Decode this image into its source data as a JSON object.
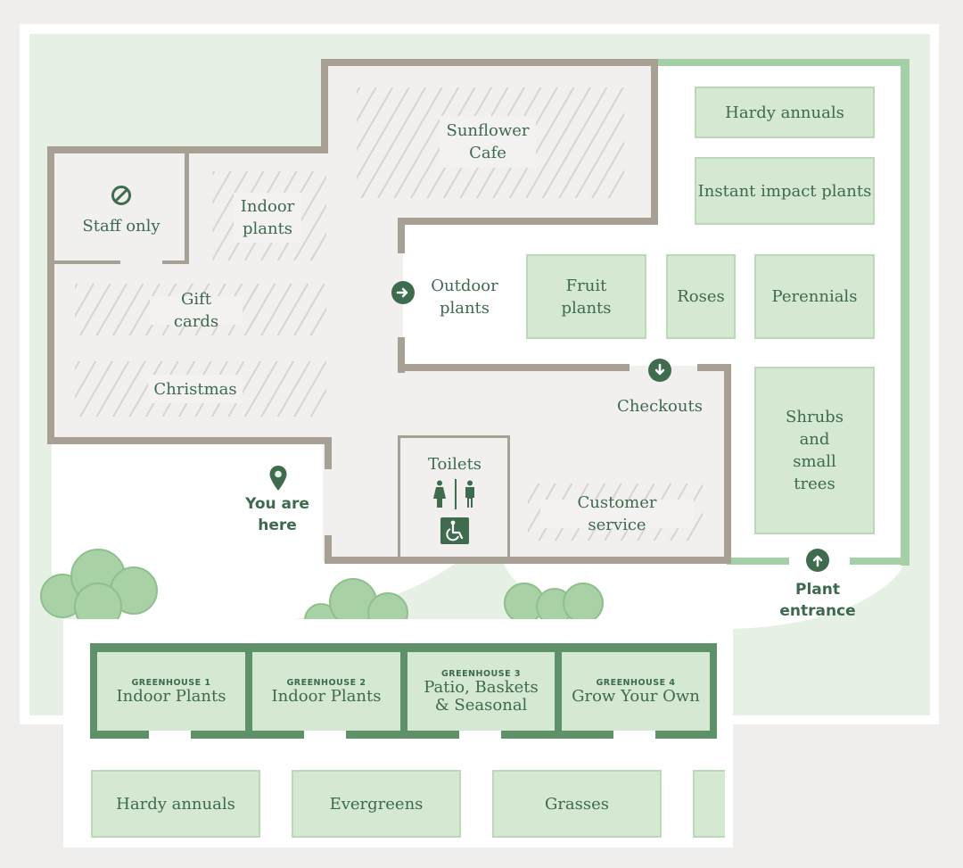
{
  "areas": {
    "sunflower_cafe": "Sunflower\nCafe",
    "staff_only": "Staff only",
    "indoor_plants": "Indoor\nplants",
    "gift_cards": "Gift cards",
    "christmas": "Christmas",
    "outdoor_plants": "Outdoor\nplants",
    "checkouts": "Checkouts",
    "toilets": "Toilets",
    "customer_service": "Customer service"
  },
  "beds": {
    "hardy_annuals_top": "Hardy annuals",
    "instant_impact": "Instant impact plants",
    "fruit_plants": "Fruit\nplants",
    "roses": "Roses",
    "perennials": "Perennials",
    "shrubs": "Shrubs\nand\nsmall\ntrees",
    "hardy_annuals_bottom": "Hardy annuals",
    "evergreens": "Evergreens",
    "grasses": "Grasses"
  },
  "markers": {
    "you_are_here": "You are\nhere",
    "plant_entrance": "Plant\nentrance"
  },
  "greenhouses": [
    {
      "name": "GREENHOUSE 1",
      "title": "Indoor Plants"
    },
    {
      "name": "GREENHOUSE 2",
      "title": "Indoor Plants"
    },
    {
      "name": "GREENHOUSE 3",
      "title": "Patio, Baskets\n& Seasonal"
    },
    {
      "name": "GREENHOUSE 4",
      "title": "Grow Your Own"
    }
  ],
  "icons": {
    "no_entry": "no-entry-icon",
    "arrow_right": "arrow-right-icon",
    "arrow_down": "arrow-down-icon",
    "arrow_up": "arrow-up-icon",
    "location_pin": "location-pin-icon",
    "female_toilet": "female-toilet-icon",
    "male_toilet": "male-toilet-icon",
    "accessible": "wheelchair-icon"
  },
  "colors": {
    "ground": "#e6f0e5",
    "bed": "#d4e8d2",
    "greenhouse": "#5e9169",
    "wall": "#a89f95",
    "text": "#3d6a4f",
    "icon": "#3f6b4e"
  }
}
